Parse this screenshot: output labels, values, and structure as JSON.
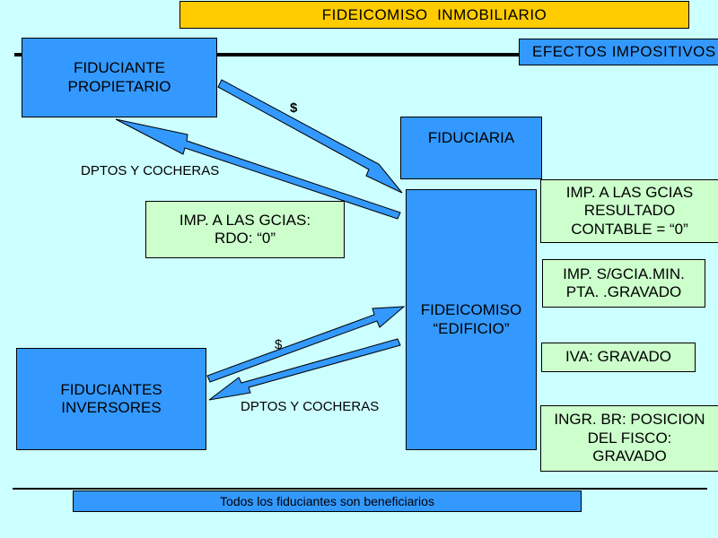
{
  "title": "FIDEICOMISO  INMOBILIARIO",
  "efectos_label": "EFECTOS IMPOSITIVOS",
  "fiduciante_propietario": "FIDUCIANTE\nPROPIETARIO",
  "fiduciaria": "FIDUCIARIA",
  "fideicomiso": "FIDEICOMISO\n“EDIFICIO”",
  "fiduciantes_inversores": "FIDUCIANTES\nINVERSORES",
  "imp_gcias_propietario": "IMP. A LAS GCIAS:\nRDO: “0”",
  "tax_effects": [
    "IMP. A LAS GCIAS\nRESULTADO\nCONTABLE = “0”",
    "IMP. S/GCIA.MIN.\nPTA. .GRAVADO",
    "IVA: GRAVADO",
    "INGR. BR: POSICION\nDEL FISCO:\nGRAVADO"
  ],
  "arrow_labels": {
    "dollar_top": "$",
    "dptos_top": "DPTOS Y COCHERAS",
    "dollar_bottom": "$",
    "dptos_bottom": "DPTOS Y COCHERAS"
  },
  "footer": "Todos los fiduciantes son beneficiarios",
  "colors": {
    "background": "#ccffff",
    "blue_box": "#3399ff",
    "green_box": "#ccffcc",
    "title_box": "#ffcc00"
  }
}
